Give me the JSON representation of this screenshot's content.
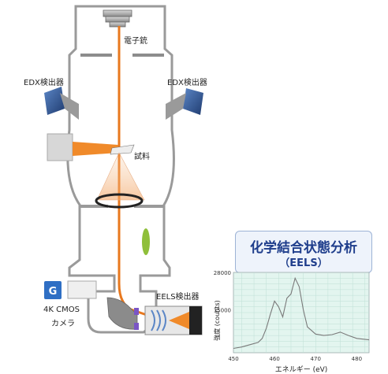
{
  "labels": {
    "electron_gun": "電子銃",
    "edx_left": "EDX検出器",
    "edx_right": "EDX検出器",
    "sample": "試料",
    "eels_detector": "EELS検出器",
    "camera_line1": "4K CMOS",
    "camera_line2": "カメラ",
    "camera_icon_letter": "G"
  },
  "eels_panel": {
    "title": "化学結合状態分析",
    "subtitle": "（EELS）"
  },
  "colors": {
    "beam": "#e8781e",
    "edx_blue": "#2b4f8f",
    "column": "#9a9a9a",
    "plot_bg": "#e3f5ef",
    "plot_line": "#7a7a7a",
    "lens_green": "#8fbf3a"
  },
  "chart_data": {
    "type": "line",
    "xlabel": "エネルギー (eV)",
    "ylabel": "強度 (counts)",
    "xlim": [
      450,
      483
    ],
    "ylim": [
      0,
      28000
    ],
    "x_ticks": [
      450,
      460,
      470,
      480
    ],
    "y_ticks": [
      15000,
      28000
    ],
    "grid": true,
    "x": [
      450,
      452,
      454,
      456,
      457,
      458,
      459,
      460,
      461,
      462,
      463,
      464,
      465,
      466,
      467,
      468,
      470,
      472,
      474,
      476,
      478,
      480,
      483
    ],
    "y": [
      1500,
      2000,
      2800,
      3600,
      5000,
      8500,
      13500,
      18000,
      16000,
      12500,
      19000,
      20500,
      26000,
      23000,
      15000,
      9000,
      6500,
      6000,
      6300,
      7200,
      6000,
      5000,
      4500
    ]
  }
}
